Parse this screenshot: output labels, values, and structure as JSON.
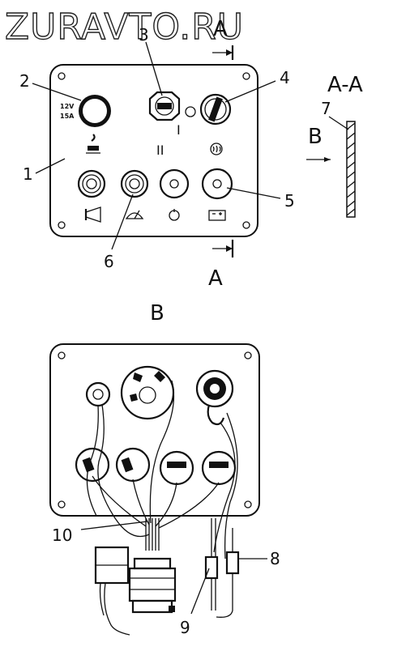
{
  "watermark": "ZURAVTO.RU",
  "top_view": {
    "section_mark_top": "A",
    "section_mark_bottom": "A",
    "voltage_label": "12V",
    "current_label": "15A",
    "switch_pos_1": "I",
    "switch_pos_2": "II"
  },
  "section_view": {
    "title": "A-A",
    "arrow_label": "B"
  },
  "rear_view": {
    "title": "B"
  },
  "callouts": [
    "1",
    "2",
    "3",
    "4",
    "5",
    "6",
    "7",
    "8",
    "9",
    "10"
  ],
  "icons": [
    "cigarette-lighter-icon",
    "horn-icon",
    "wiper-icon",
    "fuel-icon",
    "battery-icon",
    "glow-plug-icon",
    "key-switch-icon"
  ]
}
